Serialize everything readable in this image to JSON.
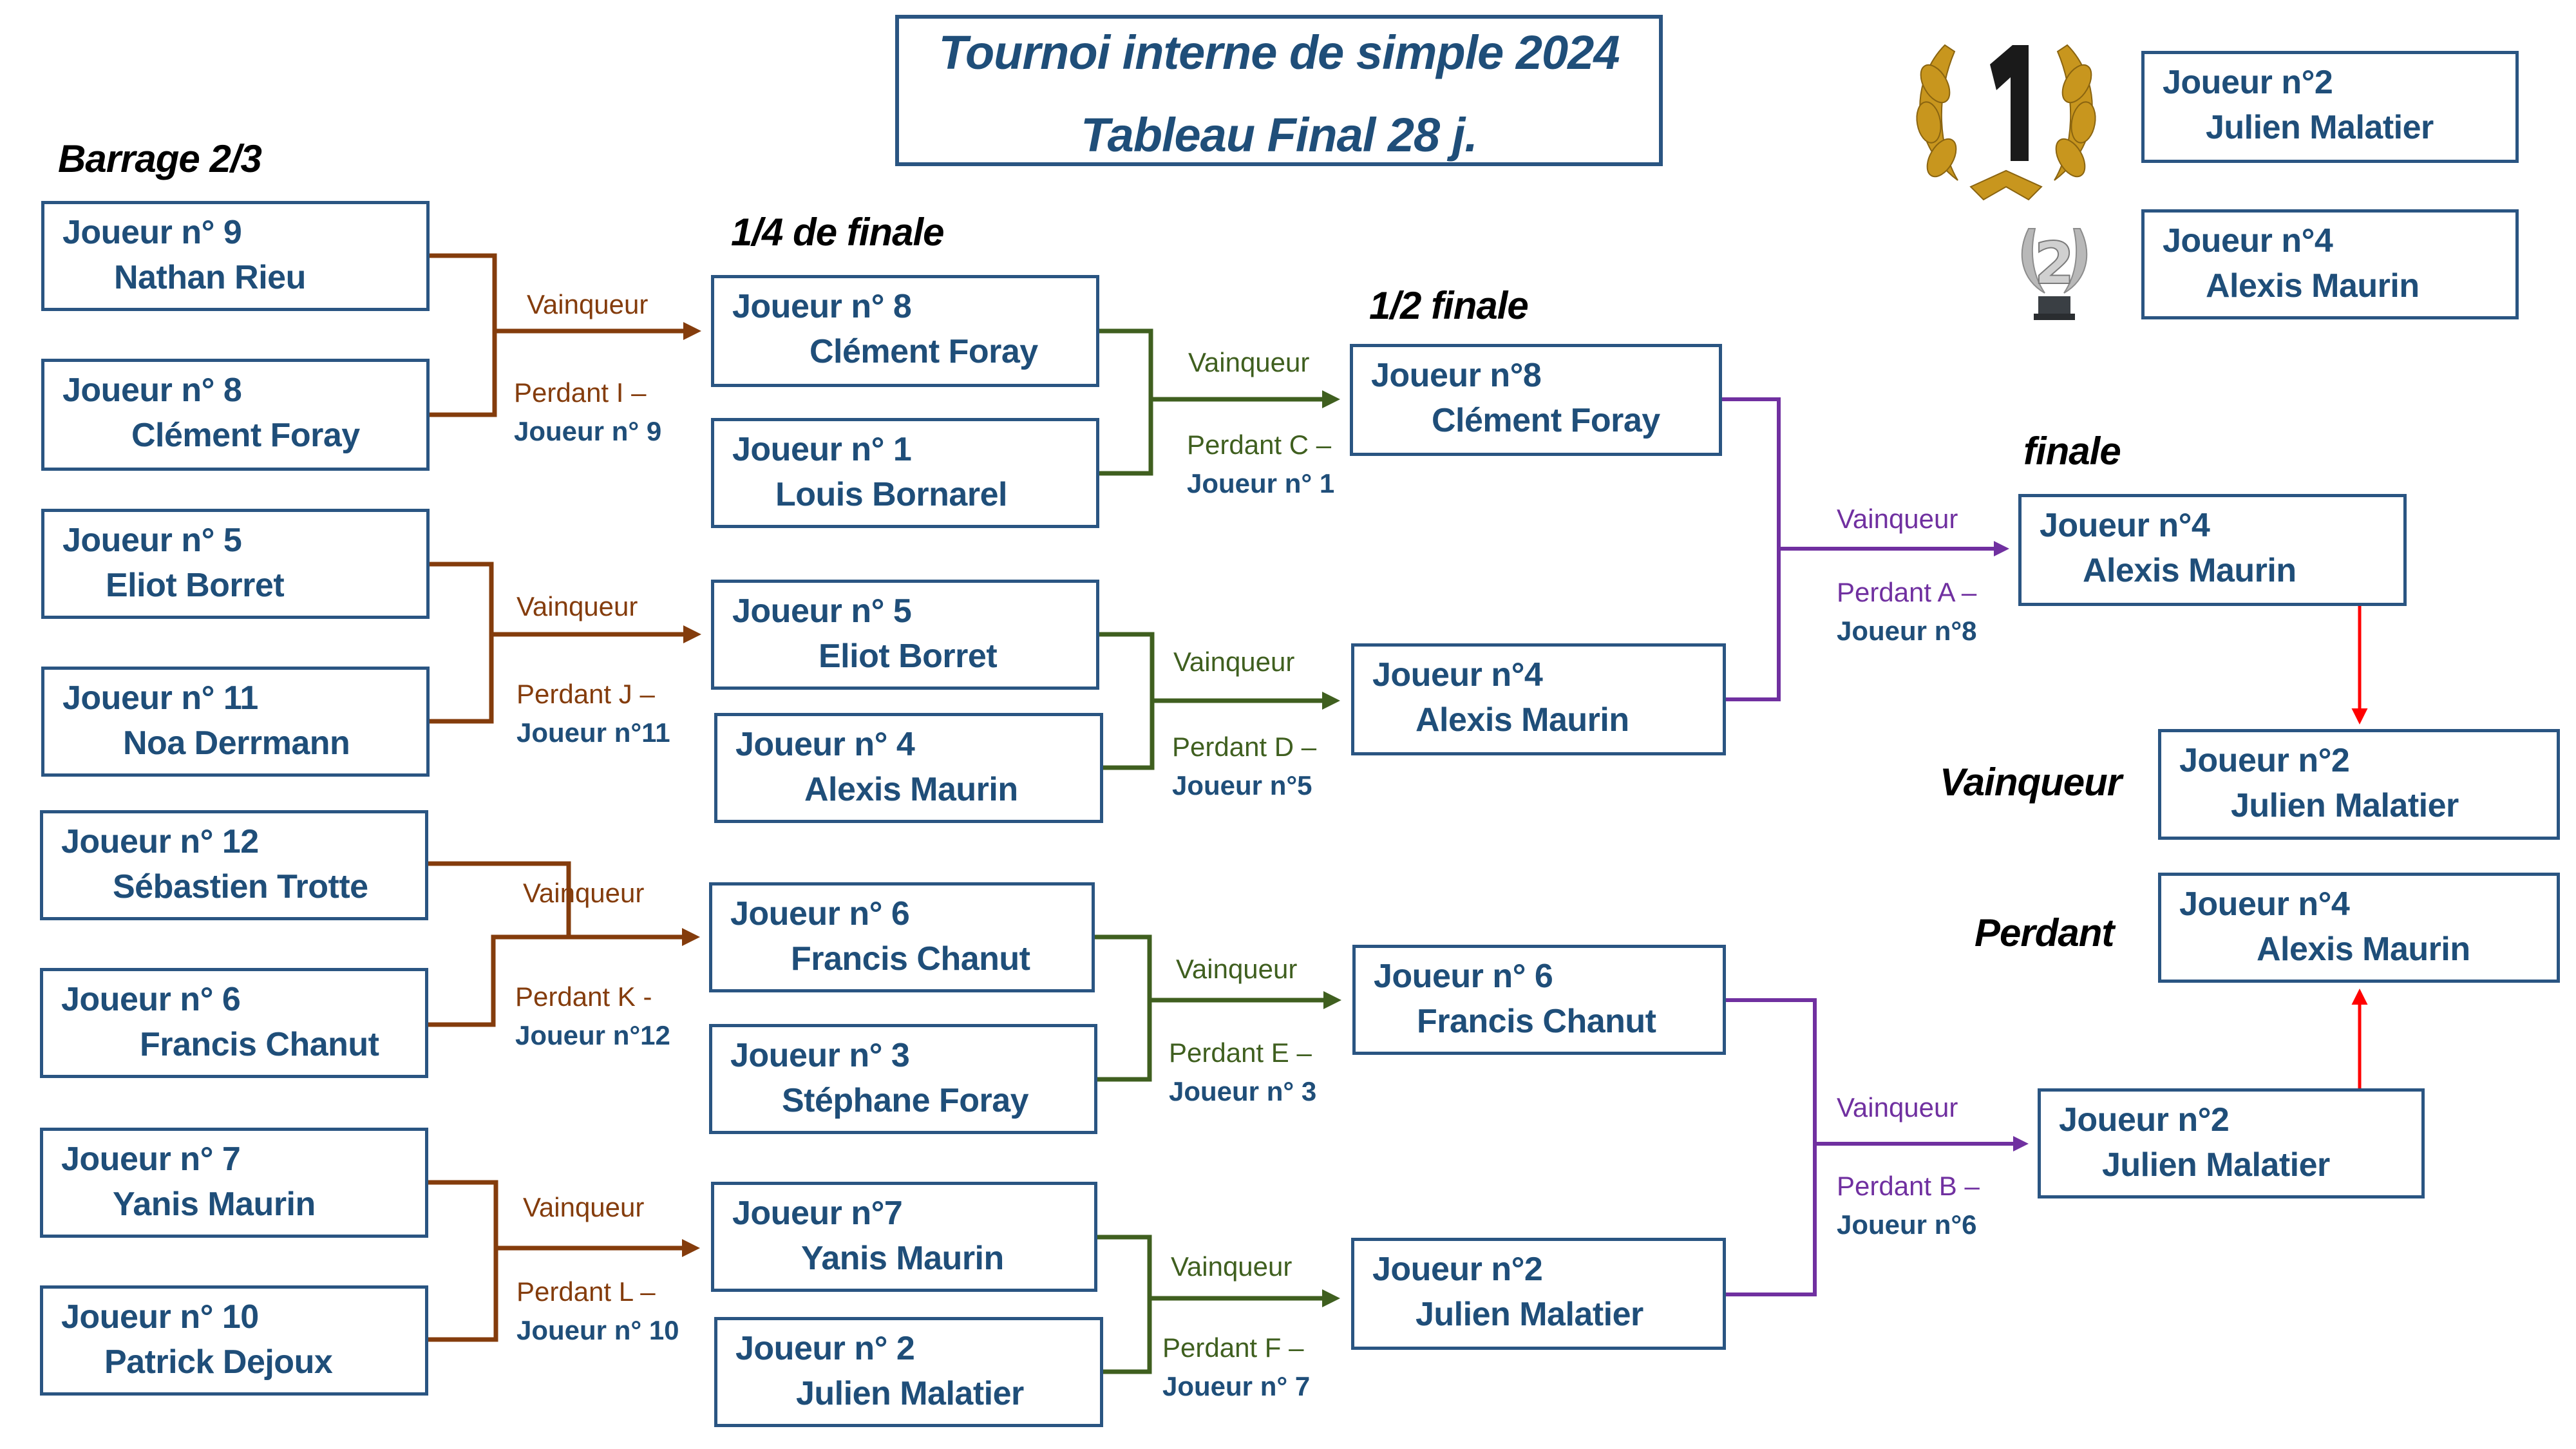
{
  "title": {
    "line1": "Tournoi interne de simple 2024",
    "line2": "Tableau Final 28 j."
  },
  "round_labels": {
    "barrage": "Barrage 2/3",
    "quarter": "1/4 de finale",
    "semi": "1/2 finale",
    "final": "finale",
    "winner": "Vainqueur",
    "loser": "Perdant"
  },
  "podium": {
    "first_icon": "laurel-1-icon",
    "second_icon": "trophy-2-icon",
    "first": {
      "num": "Joueur n°2",
      "name": "Julien Malatier"
    },
    "second": {
      "num": "Joueur n°4",
      "name": "Alexis Maurin"
    }
  },
  "barrage": [
    {
      "num": "Joueur n° 9",
      "name": "Nathan Rieu"
    },
    {
      "num": "Joueur n° 8",
      "name": "Clément Foray"
    },
    {
      "num": "Joueur n° 5",
      "name": "Eliot Borret"
    },
    {
      "num": "Joueur n° 11",
      "name": "Noa Derrmann"
    },
    {
      "num": "Joueur n° 12",
      "name": "Sébastien Trotte"
    },
    {
      "num": "Joueur n° 6",
      "name": "Francis Chanut"
    },
    {
      "num": "Joueur n° 7",
      "name": "Yanis Maurin"
    },
    {
      "num": "Joueur n° 10",
      "name": "Patrick Dejoux"
    }
  ],
  "barrage_results": [
    {
      "winner_label": "Vainqueur",
      "loser_label": "Perdant I –",
      "loser": "Joueur n° 9"
    },
    {
      "winner_label": "Vainqueur",
      "loser_label": "Perdant J –",
      "loser": "Joueur n°11"
    },
    {
      "winner_label": "Vainqueur",
      "loser_label": "Perdant K -",
      "loser": "Joueur n°12"
    },
    {
      "winner_label": "Vainqueur",
      "loser_label": "Perdant L –",
      "loser": "Joueur n° 10"
    }
  ],
  "quarter": [
    {
      "num": "Joueur n° 8",
      "name": "Clément Foray"
    },
    {
      "num": "Joueur n° 1",
      "name": "Louis Bornarel"
    },
    {
      "num": "Joueur n° 5",
      "name": "Eliot Borret"
    },
    {
      "num": "Joueur n° 4",
      "name": "Alexis Maurin"
    },
    {
      "num": "Joueur n° 6",
      "name": "Francis Chanut"
    },
    {
      "num": "Joueur n° 3",
      "name": "Stéphane Foray"
    },
    {
      "num": "Joueur n°7",
      "name": "Yanis Maurin"
    },
    {
      "num": "Joueur n° 2",
      "name": "Julien Malatier"
    }
  ],
  "quarter_results": [
    {
      "winner_label": "Vainqueur",
      "loser_label": "Perdant C –",
      "loser": "Joueur n° 1"
    },
    {
      "winner_label": "Vainqueur",
      "loser_label": "Perdant D –",
      "loser": "Joueur n°5"
    },
    {
      "winner_label": "Vainqueur",
      "loser_label": "Perdant E –",
      "loser": "Joueur n° 3"
    },
    {
      "winner_label": "Vainqueur",
      "loser_label": "Perdant F –",
      "loser": "Joueur n° 7"
    }
  ],
  "semi": [
    {
      "num": "Joueur n°8",
      "name": "Clément Foray"
    },
    {
      "num": "Joueur n°4",
      "name": "Alexis Maurin"
    },
    {
      "num": "Joueur n° 6",
      "name": "Francis Chanut"
    },
    {
      "num": "Joueur n°2",
      "name": "Julien Malatier"
    }
  ],
  "semi_results": [
    {
      "winner_label": "Vainqueur",
      "loser_label": "Perdant A –",
      "loser": "Joueur n°8"
    },
    {
      "winner_label": "Vainqueur",
      "loser_label": "Perdant B –",
      "loser": "Joueur n°6"
    }
  ],
  "final": [
    {
      "num": "Joueur n°4",
      "name": "Alexis Maurin"
    },
    {
      "num": "Joueur n°2",
      "name": "Julien Malatier"
    }
  ],
  "final_result": {
    "winner": {
      "num": "Joueur n°2",
      "name": "Julien Malatier"
    },
    "loser": {
      "num": "Joueur n°4",
      "name": "Alexis Maurin"
    }
  },
  "colors": {
    "box_border": "#2a5582",
    "text_navy": "#1f4e79",
    "barrage_line": "#843c0c",
    "quarter_line": "#3f5f1f",
    "semi_line": "#7030a0",
    "final_arrow": "#ff0000"
  }
}
